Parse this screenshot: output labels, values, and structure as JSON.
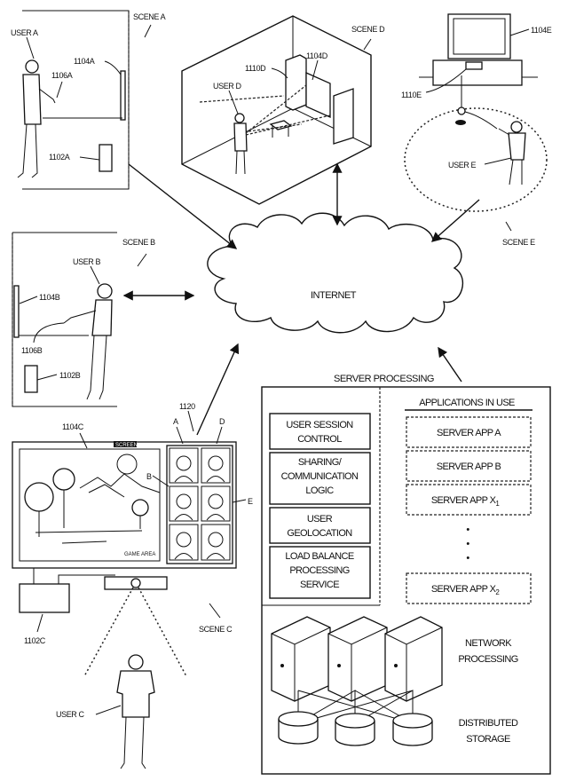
{
  "figure": {
    "network": {
      "label": "INTERNET"
    },
    "scenes": {
      "a": {
        "label": "SCENE A",
        "user": "USER A",
        "display_ref": "1104A",
        "controller_ref": "1106A",
        "device_ref": "1102A"
      },
      "b": {
        "label": "SCENE B",
        "user": "USER B",
        "display_ref": "1104B",
        "controller_ref": "1106B",
        "device_ref": "1102B"
      },
      "c": {
        "label": "SCENE C",
        "user": "USER C",
        "display_ref": "1104C",
        "device_ref": "1102C",
        "screen_top_label": "SCREEN",
        "game_area_label": "GAME AREA",
        "panel_ref": "1120",
        "panel_letters": {
          "a": "A",
          "b": "B",
          "d": "D",
          "e": "E"
        }
      },
      "d": {
        "label": "SCENE D",
        "user": "USER D",
        "device_ref": "1110D",
        "display_ref": "1104D"
      },
      "e": {
        "label": "SCENE E",
        "user": "USER E",
        "display_ref": "1104E",
        "device_ref": "1110E"
      }
    },
    "server": {
      "title": "SERVER PROCESSING",
      "left_blocks": [
        {
          "lines": [
            "USER SESSION",
            "CONTROL"
          ]
        },
        {
          "lines": [
            "SHARING/",
            "COMMUNICATION",
            "LOGIC"
          ]
        },
        {
          "lines": [
            "USER",
            "GEOLOCATION"
          ]
        },
        {
          "lines": [
            "LOAD BALANCE",
            "PROCESSING",
            "SERVICE"
          ]
        }
      ],
      "apps_header": "APPLICATIONS IN USE",
      "apps": [
        {
          "label": "SERVER APP A",
          "sub": ""
        },
        {
          "label": "SERVER APP B",
          "sub": ""
        },
        {
          "label": "SERVER APP X",
          "sub": "1"
        },
        {
          "label": "SERVER APP X",
          "sub": "2"
        }
      ],
      "ellipsis": "•",
      "network_processing": [
        "NETWORK",
        "PROCESSING"
      ],
      "distributed_storage": [
        "DISTRIBUTED",
        "STORAGE"
      ]
    }
  }
}
